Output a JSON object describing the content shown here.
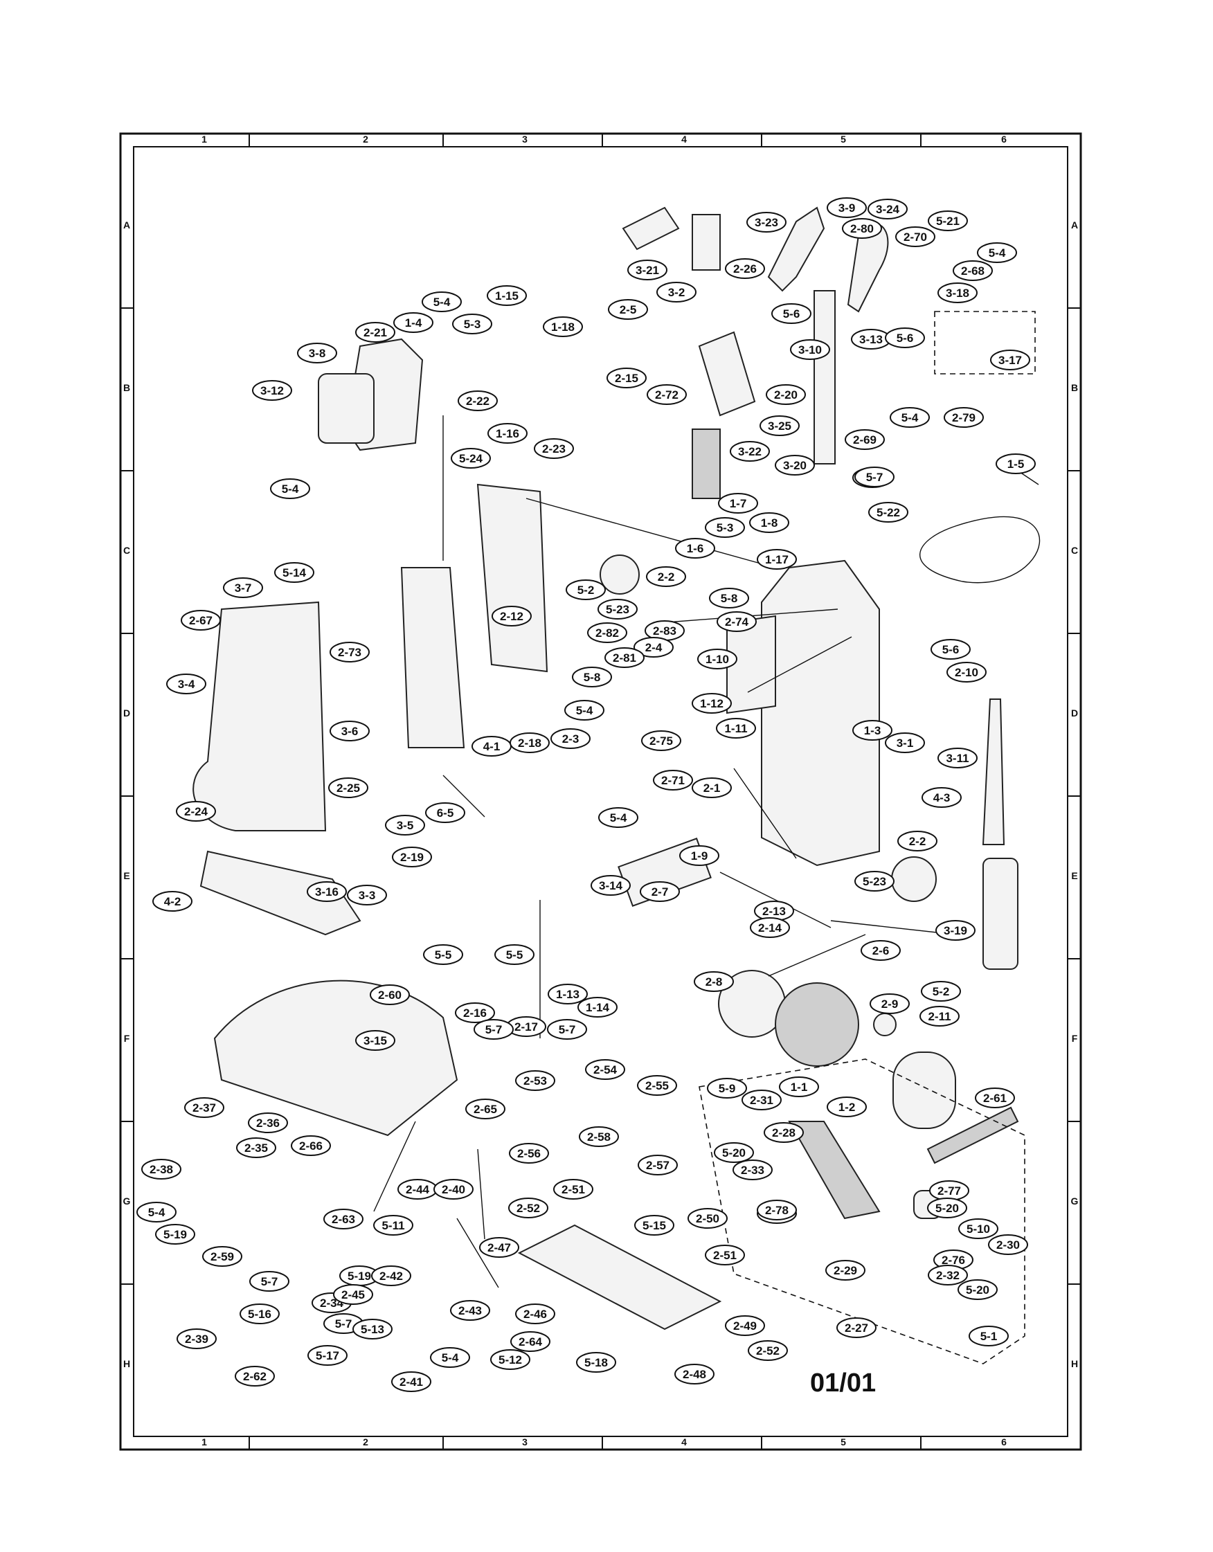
{
  "page_number": "01/01",
  "grid": {
    "columns": [
      "1",
      "2",
      "3",
      "4",
      "5",
      "6"
    ],
    "rows": [
      "A",
      "B",
      "C",
      "D",
      "E",
      "F",
      "G",
      "H"
    ]
  },
  "callouts": [
    "3-21",
    "2-26",
    "3-23",
    "3-9",
    "3-24",
    "2-80",
    "2-70",
    "5-21",
    "5-4",
    "2-68",
    "3-2",
    "2-5",
    "5-6",
    "3-18",
    "3-10",
    "3-13",
    "5-6",
    "3-17",
    "2-15",
    "2-72",
    "2-20",
    "5-4",
    "2-79",
    "3-25",
    "2-69",
    "3-22",
    "5-7",
    "3-20",
    "1-5",
    "1-15",
    "2-21",
    "1-4",
    "5-4",
    "5-3",
    "1-18",
    "3-8",
    "3-12",
    "2-22",
    "1-16",
    "5-24",
    "2-23",
    "5-4",
    "1-7",
    "1-8",
    "5-3",
    "1-6",
    "1-17",
    "5-22",
    "5-7",
    "5-14",
    "2-2",
    "3-7",
    "2-67",
    "2-73",
    "2-12",
    "5-2",
    "5-23",
    "5-8",
    "2-83",
    "2-74",
    "2-82",
    "2-4",
    "2-81",
    "5-8",
    "1-10",
    "5-6",
    "2-10",
    "3-4",
    "3-6",
    "4-1",
    "5-4",
    "1-12",
    "1-11",
    "1-3",
    "2-18",
    "2-3",
    "2-75",
    "3-1",
    "2-1",
    "3-11",
    "2-71",
    "5-4",
    "4-3",
    "2-24",
    "2-25",
    "3-5",
    "6-5",
    "2-19",
    "1-9",
    "2-2",
    "3-14",
    "5-23",
    "4-2",
    "3-16",
    "3-3",
    "2-7",
    "2-13",
    "2-14",
    "3-19",
    "5-5",
    "5-5",
    "2-6",
    "5-2",
    "1-13",
    "1-14",
    "2-16",
    "2-17",
    "5-7",
    "5-7",
    "2-60",
    "2-8",
    "2-9",
    "2-11",
    "3-15",
    "1-1",
    "1-2",
    "2-53",
    "2-54",
    "2-55",
    "5-9",
    "2-31",
    "2-61",
    "2-37",
    "2-36",
    "2-65",
    "2-58",
    "2-28",
    "2-56",
    "2-57",
    "2-35",
    "2-66",
    "5-20",
    "2-33",
    "2-38",
    "2-44",
    "2-40",
    "2-51",
    "2-77",
    "5-20",
    "5-4",
    "5-19",
    "2-63",
    "5-11",
    "2-52",
    "5-15",
    "2-50",
    "5-15",
    "2-78",
    "5-10",
    "2-59",
    "2-47",
    "2-51",
    "2-76",
    "2-30",
    "5-7",
    "5-19",
    "2-42",
    "2-29",
    "2-32",
    "5-20",
    "2-34",
    "2-45",
    "5-16",
    "5-7",
    "5-13",
    "2-43",
    "2-46",
    "2-27",
    "2-49",
    "5-1",
    "2-39",
    "5-17",
    "2-64",
    "5-12",
    "5-18",
    "2-52",
    "2-62",
    "2-41",
    "5-4",
    "2-48"
  ]
}
